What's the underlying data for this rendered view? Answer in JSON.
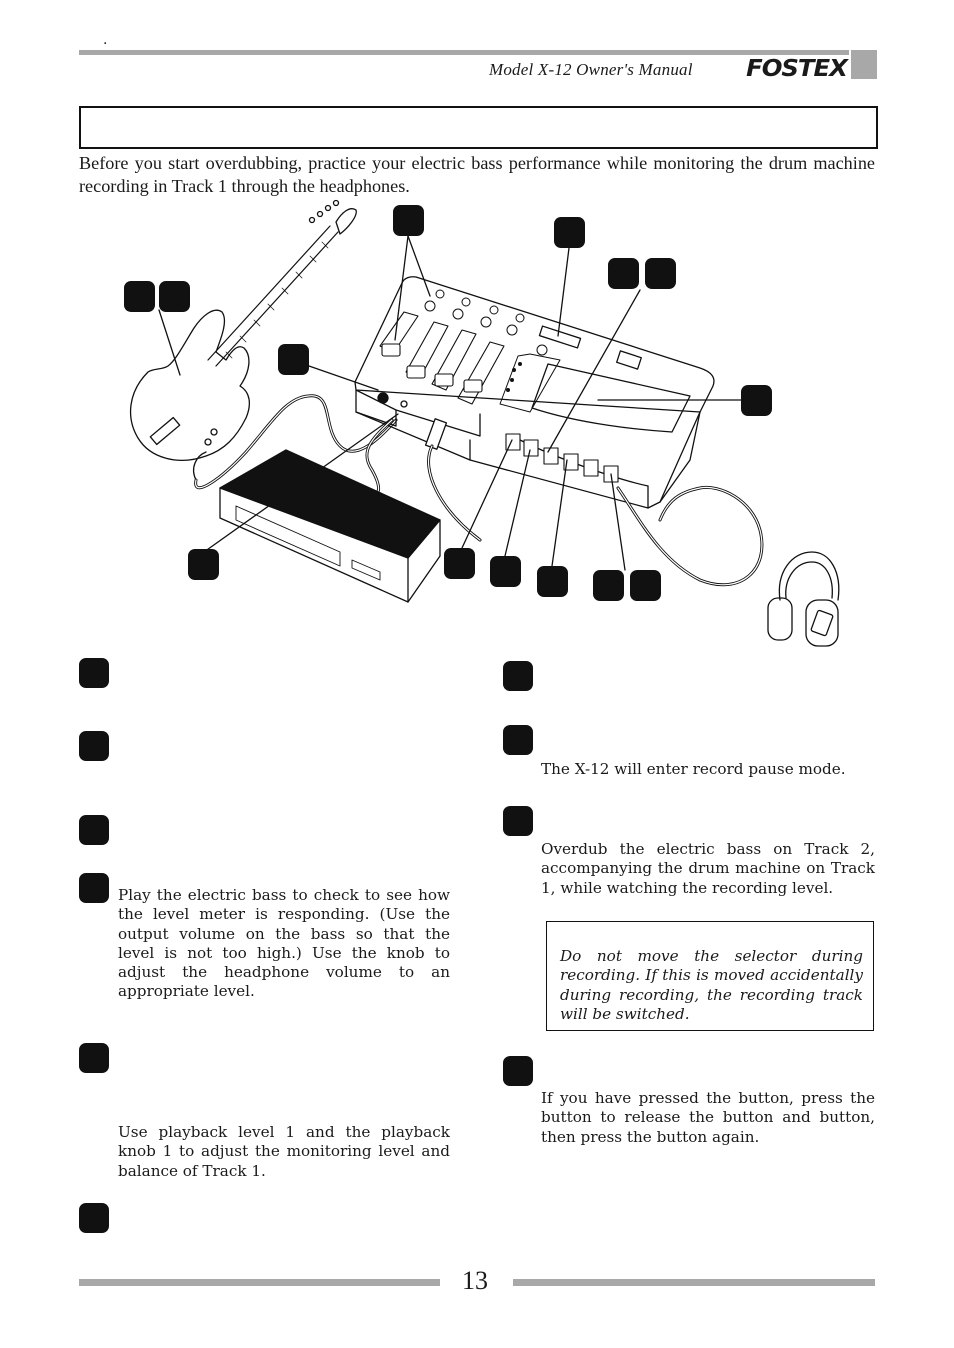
{
  "header": {
    "dot": ".",
    "manual_title": "Model X-12  Owner's Manual",
    "brand_logo": "FOSTEX"
  },
  "intro": "Before you start overdubbing, practice your electric bass performance while monitoring the drum machine recording in Track 1 through the headphones.",
  "illustration": {
    "items": [
      "electric-bass",
      "multitrack-recorder",
      "drum-machine",
      "headphones"
    ],
    "colors": {
      "ink": "#111111",
      "rule": "#a8a8a8"
    }
  },
  "left_column": {
    "step4_text": "Play the electric bass to check to see how the level meter is responding. (Use the output volume on the bass so that the level is not too high.) Use the                     knob to adjust the headphone volume to an appropriate level.",
    "step5_text": "Use playback level        1 and the playback        knob 1 to adjust the monitoring level and balance of Track 1."
  },
  "right_column": {
    "step8_text": "The X-12 will enter record pause mode.",
    "step9_text": "Overdub the electric bass on Track 2, accompanying the drum machine on Track 1, while watching the recording level.",
    "note_text": "Do not move the                    selector during recording.  If this is moved accidentally during recording, the recording track will be switched.",
    "step10_text": "If you have pressed the            button, press the            button to release the            button and            button, then press the            button again."
  },
  "footer": {
    "page_number": "13"
  }
}
